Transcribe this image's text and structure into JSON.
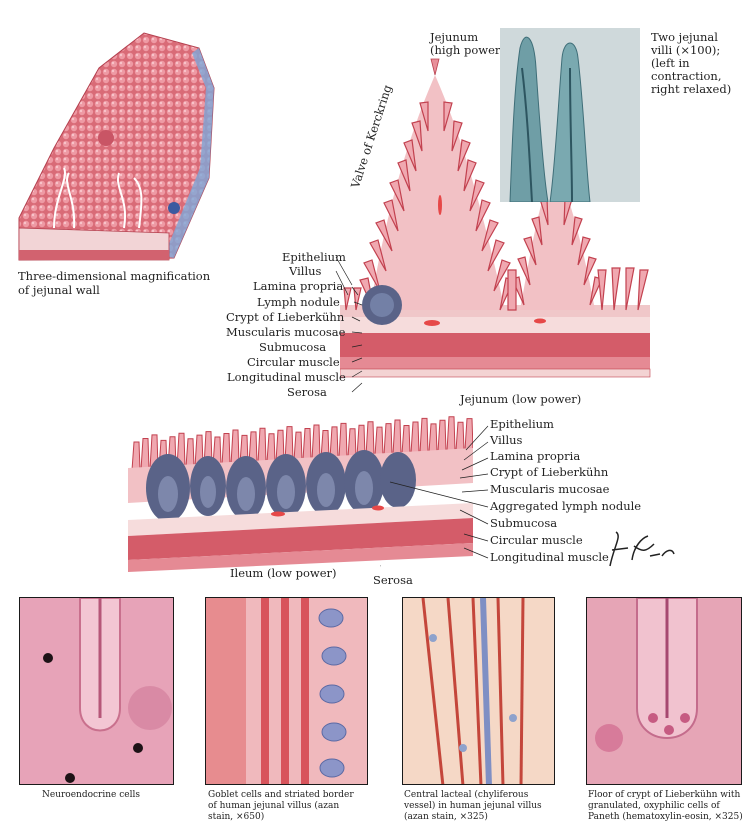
{
  "figure": {
    "top_left_caption": [
      "Three-dimensional magnification",
      "of jejunal wall"
    ],
    "jejunum_high_power": [
      "Jejunum",
      "(high power)"
    ],
    "valve_label": "Valve of Kerckring",
    "micrograph_caption": [
      "Two jejunal",
      "villi (×100);",
      "(left in",
      "contraction,",
      "right relaxed)"
    ],
    "jejunum_labels": [
      "Epithelium",
      "Villus",
      "Lamina propria",
      "Lymph nodule",
      "Crypt of Lieberkühn",
      "Muscularis mucosae",
      "Submucosa",
      "Circular muscle",
      "Longitudinal muscle",
      "Serosa"
    ],
    "jejunum_low_power": "Jejunum (low power)",
    "ileum_labels": [
      "Epithelium",
      "Villus",
      "Lamina propria",
      "Crypt of Lieberkühn",
      "Muscularis mucosae",
      "Aggregated lymph nodule",
      "Submucosa",
      "Circular muscle",
      "Longitudinal muscle"
    ],
    "ileum_low_power": "Ileum (low power)",
    "ileum_serosa": "Serosa",
    "signature": "F. Netter M.D."
  },
  "panels": [
    {
      "caption": [
        "Neuroendocrine cells"
      ]
    },
    {
      "caption": [
        "Goblet cells and striated border",
        "of human jejunal villus (azan",
        "stain, ×650)"
      ]
    },
    {
      "caption": [
        "Central lacteal (chyliferous",
        "vessel) in human jejunal villus",
        "(azan stain, ×325)"
      ]
    },
    {
      "caption": [
        "Floor of crypt of Lieberkühn with",
        "granulated, oxyphilic cells of",
        "Paneth (hematoxylin-eosin, ×325)"
      ]
    }
  ],
  "colors": {
    "tissue": "#e8909a",
    "tissue_dark": "#c2414f",
    "muscle": "#d4606d",
    "submucosa": "#f3d3d3",
    "lymph": "#5a6388",
    "micro_bg": "#cfd9db",
    "micro_villus": "#6f9ea6"
  }
}
